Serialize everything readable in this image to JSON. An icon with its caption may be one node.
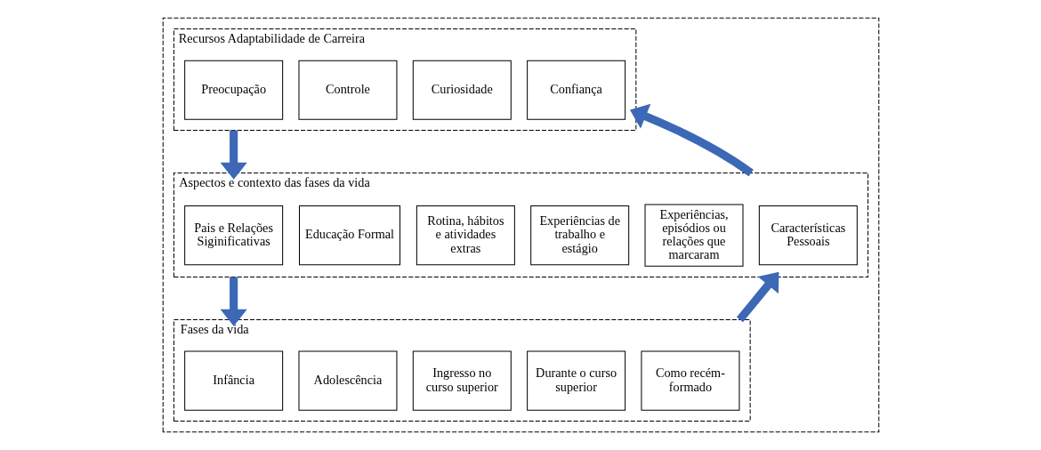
{
  "diagram": {
    "nodes": [
      {
        "text": [],
        "shape": "box"
      },
      {
        "text": [
          "Recursos Adaptabilidade de Carreira"
        ],
        "in": 0
      },
      {
        "text": [
          "Preocupação"
        ],
        "in": 1
      },
      {
        "text": [
          "Controle"
        ],
        "in": 1
      },
      {
        "text": [
          "Curiosidade"
        ],
        "in": 1
      },
      {
        "text": [
          "Confiança"
        ],
        "in": 1
      },
      {
        "text": [
          "Aspectos e contexto das fases da vida"
        ],
        "in": 0
      },
      {
        "text": [
          "Pais e Relações Siginificativas"
        ],
        "in": 6
      },
      {
        "text": [
          "Educação Formal"
        ],
        "in": 6
      },
      {
        "text": [
          "Rotina, hábitos e atividades extras"
        ],
        "in": 6
      },
      {
        "text": [
          "Experiências de trabalho e estágio"
        ],
        "in": 6
      },
      {
        "text": [
          "Experiências, episódios ou relações que marcaram"
        ],
        "in": 6
      },
      {
        "text": [
          "Características Pessoais"
        ],
        "in": 6
      },
      {
        "text": [
          "Fases da vida"
        ],
        "in": 0
      },
      {
        "text": [
          "Infância"
        ],
        "in": 13
      },
      {
        "text": [
          "Adolescência"
        ],
        "in": 13
      },
      {
        "text": [
          "Ingresso no curso superior"
        ],
        "in": 13
      },
      {
        "text": [
          "Durante o curso superior"
        ],
        "in": 13
      },
      {
        "text": [
          "Como recém-formado"
        ],
        "in": 13
      }
    ],
    "edges": [
      {
        "from": 1,
        "to": 6,
        "arrow": "to"
      },
      {
        "from": 6,
        "to": 13,
        "arrow": "to"
      },
      {
        "from": 13,
        "to": 6,
        "arrow": "to"
      },
      {
        "from": 6,
        "to": 1,
        "arrow": "to"
      }
    ]
  }
}
